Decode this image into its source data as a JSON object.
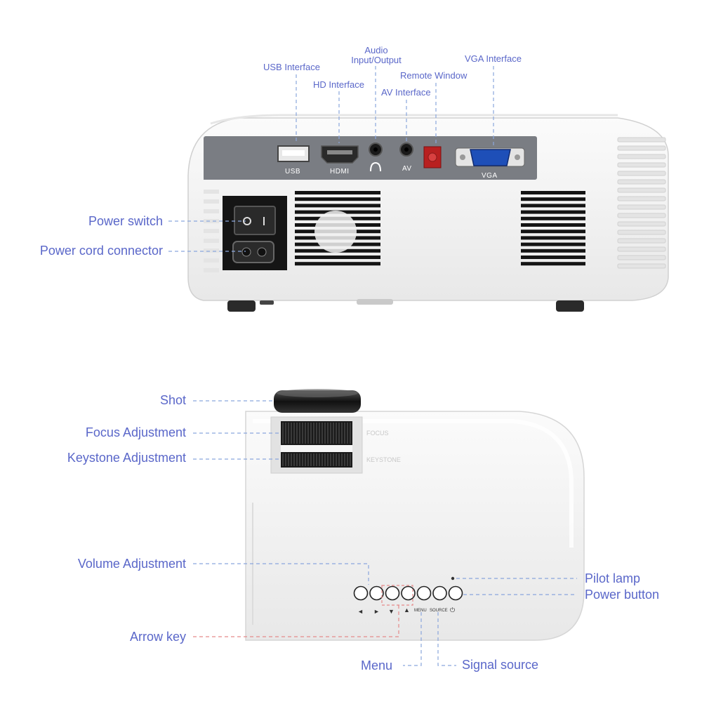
{
  "labels": {
    "usb_interface": "USB Interface",
    "audio_io_line1": "Audio",
    "audio_io_line2": "Input/Output",
    "hd_interface": "HD Interface",
    "remote_window": "Remote Window",
    "av_interface": "AV Interface",
    "vga_interface": "VGA Interface",
    "power_switch": "Power switch",
    "power_cord_connector": "Power cord connector",
    "shot": "Shot",
    "focus_adjustment": "Focus Adjustment",
    "keystone_adjustment": "Keystone Adjustment",
    "volume_adjustment": "Volume Adjustment",
    "arrow_key": "Arrow key",
    "menu": "Menu",
    "signal_source": "Signal source",
    "pilot_lamp": "Pilot lamp",
    "power_button": "Power button"
  },
  "port_labels": {
    "usb": "USB",
    "hdmi": "HDMI",
    "av": "AV",
    "vga": "VGA"
  },
  "button_glyphs": {
    "left": "◄",
    "right": "►",
    "down": "▼",
    "up": "▲",
    "menu": "MENU",
    "source": "SOURCE",
    "power": "⏻"
  },
  "colors": {
    "label": "#5a67c9",
    "leader_blue": "#8aa6dd",
    "leader_red": "#e58a8a",
    "body": "#f4f4f4",
    "panel": "#7a7d83"
  }
}
